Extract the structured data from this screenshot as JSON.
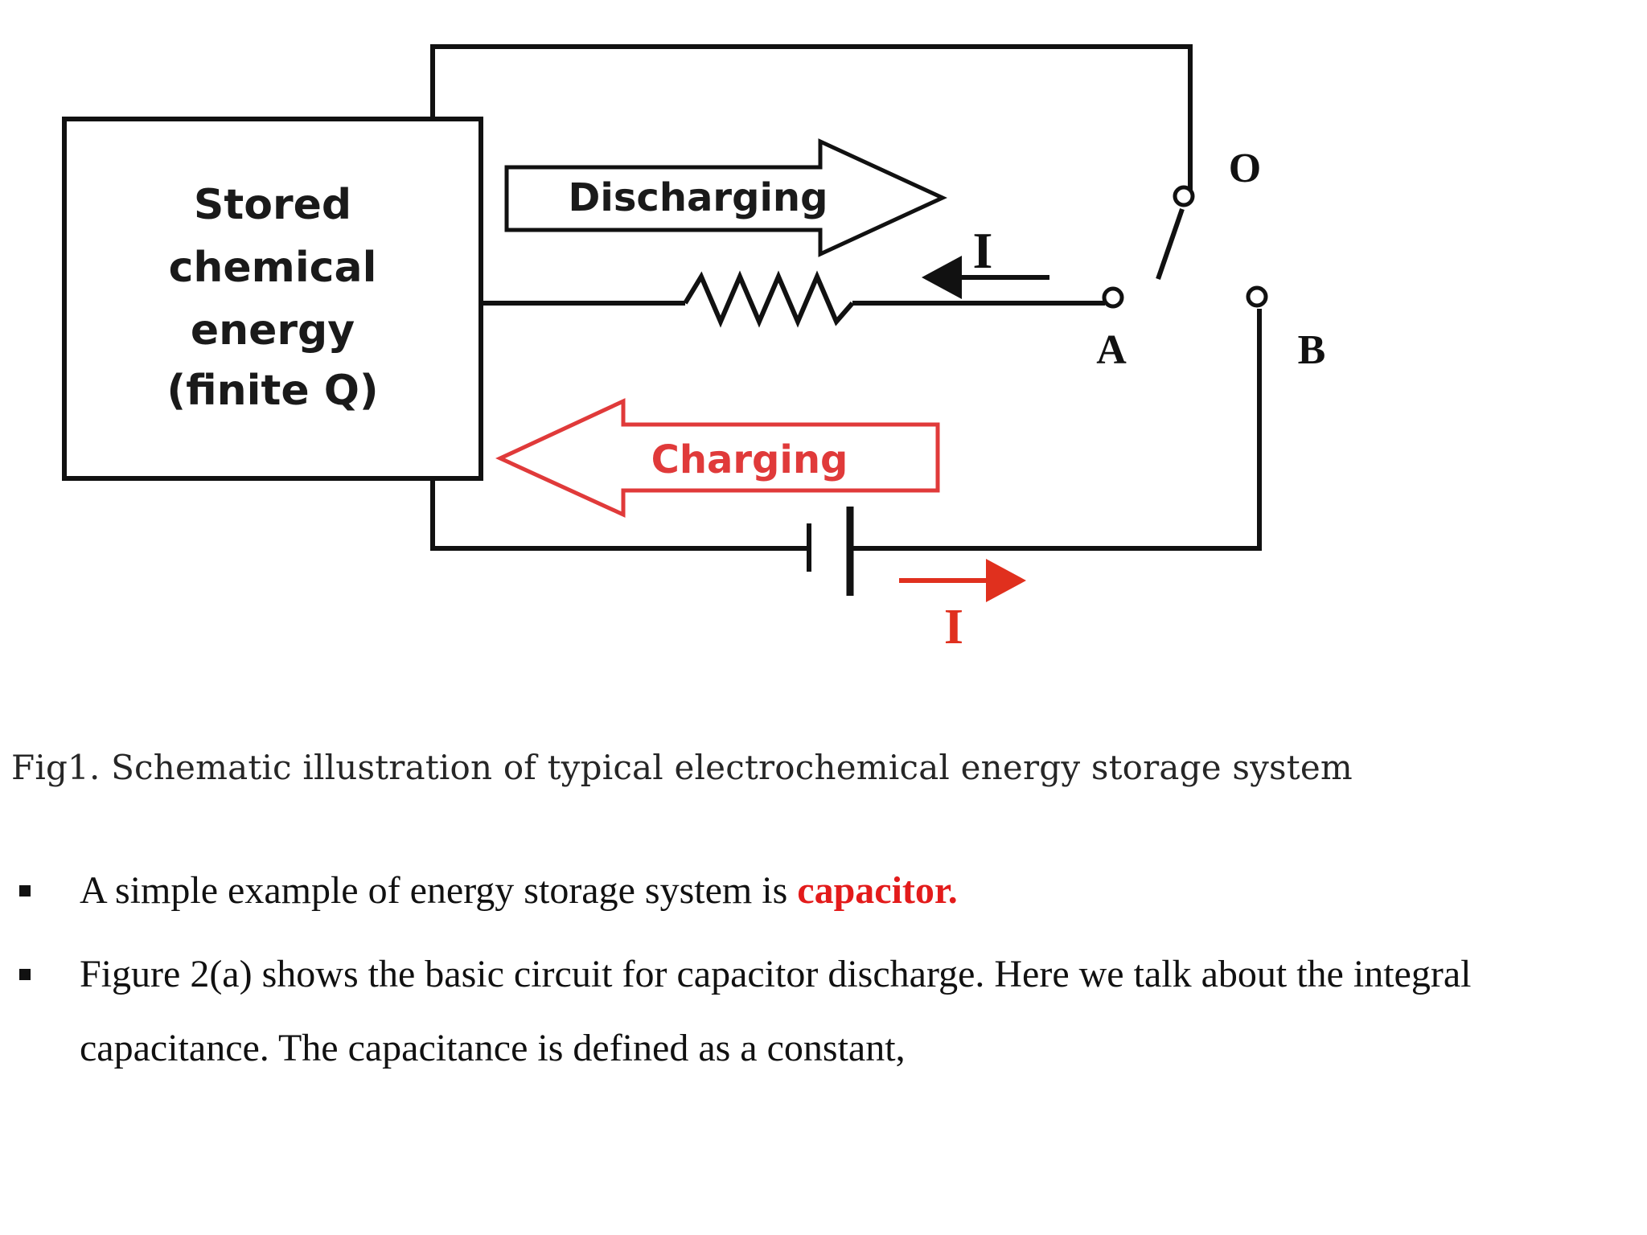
{
  "diagram": {
    "box_lines": [
      "Stored",
      "chemical",
      "energy",
      "(finite Q)"
    ],
    "discharging_label": "Discharging",
    "charging_label": "Charging",
    "current_top_label": "I",
    "current_bottom_label": "I",
    "terminal_o": "O",
    "terminal_a": "A",
    "terminal_b": "B",
    "colors": {
      "line": "#111111",
      "charging": "#e03a3a",
      "current_arrow_red": "#e0301e"
    }
  },
  "caption": "Fig1. Schematic illustration of typical electrochemical energy storage system",
  "bullets": [
    {
      "text": "A simple example of energy storage system is ",
      "highlight": "capacitor."
    },
    {
      "line1": "Figure 2(a) shows the basic circuit for capacitor discharge. Here we talk about the integral",
      "line2": "capacitance. The capacitance is defined as a constant,"
    }
  ]
}
